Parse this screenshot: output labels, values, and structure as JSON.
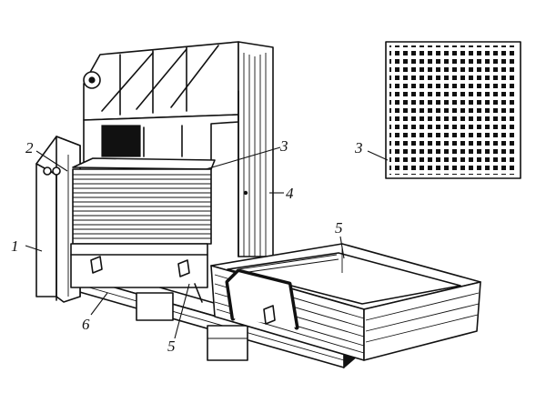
{
  "labels": {
    "l1": "1",
    "l2": "2",
    "l3a": "3",
    "l3b": "3",
    "l4": "4",
    "l5a": "5",
    "l5b": "5",
    "l6": "6"
  },
  "colors": {
    "ink": "#111111",
    "paper": "#ffffff"
  }
}
